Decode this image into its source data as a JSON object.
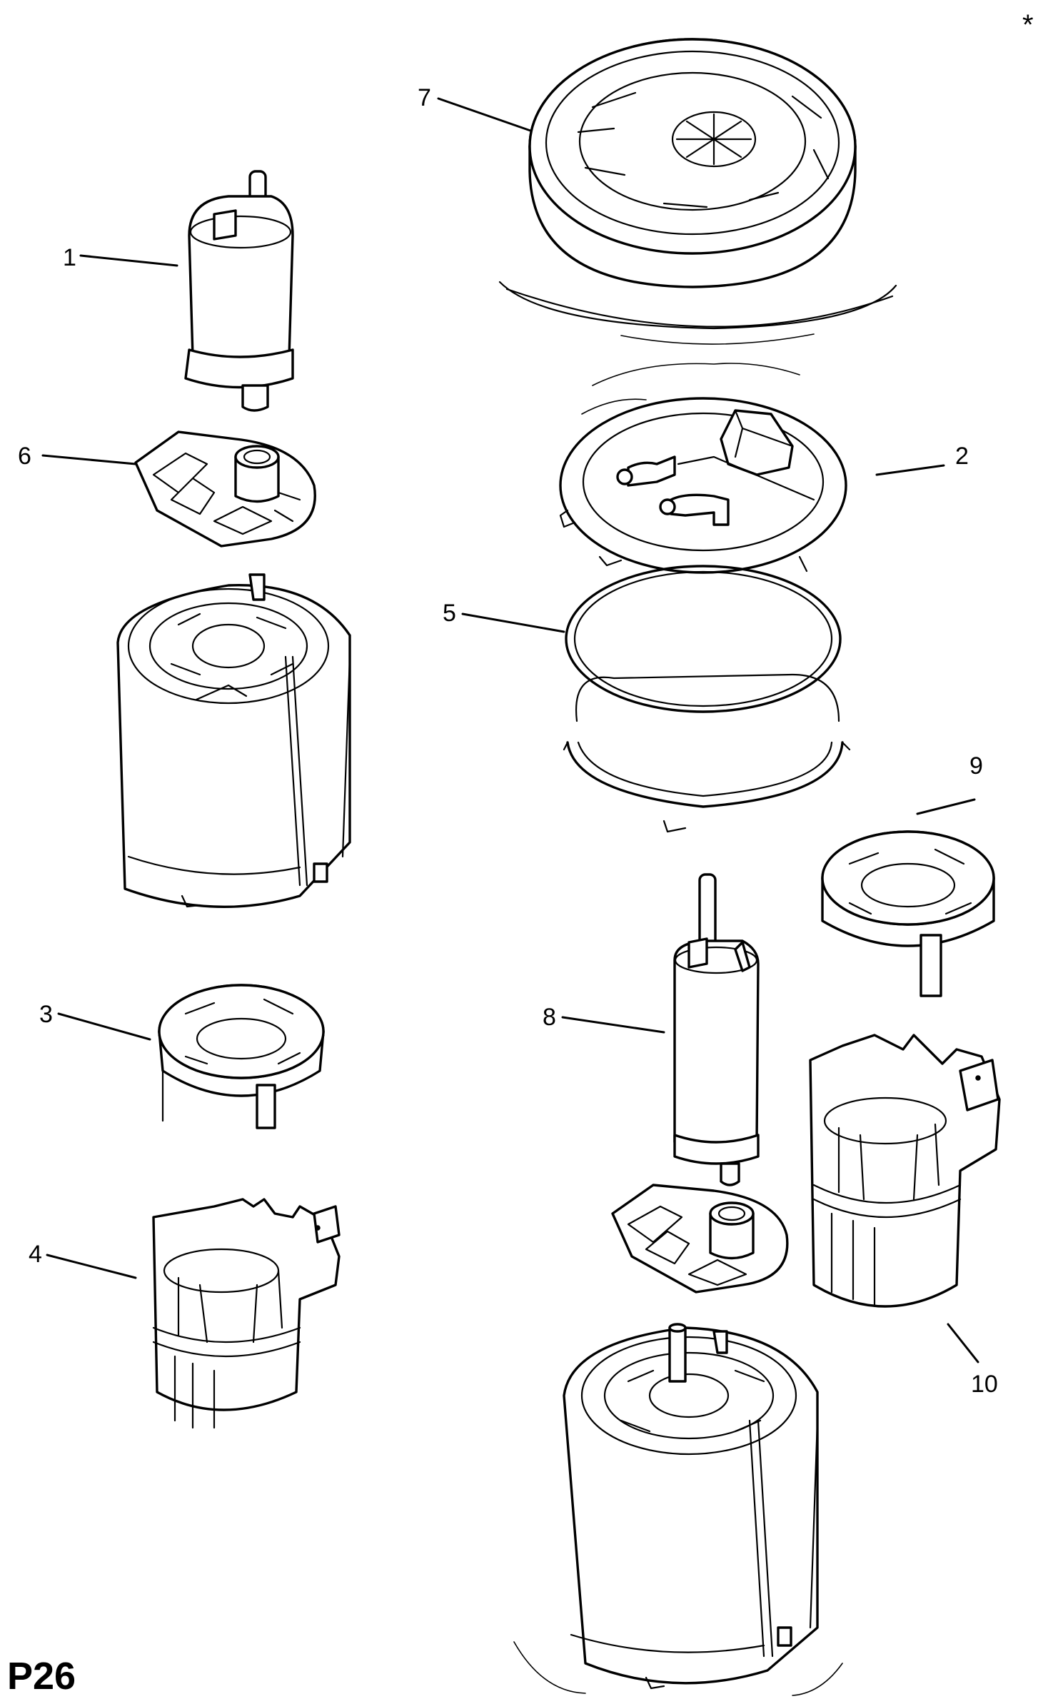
{
  "page_code": "P26",
  "corner_mark": "*",
  "callouts": [
    "1",
    "2",
    "3",
    "4",
    "5",
    "6",
    "7",
    "8",
    "9",
    "10"
  ]
}
